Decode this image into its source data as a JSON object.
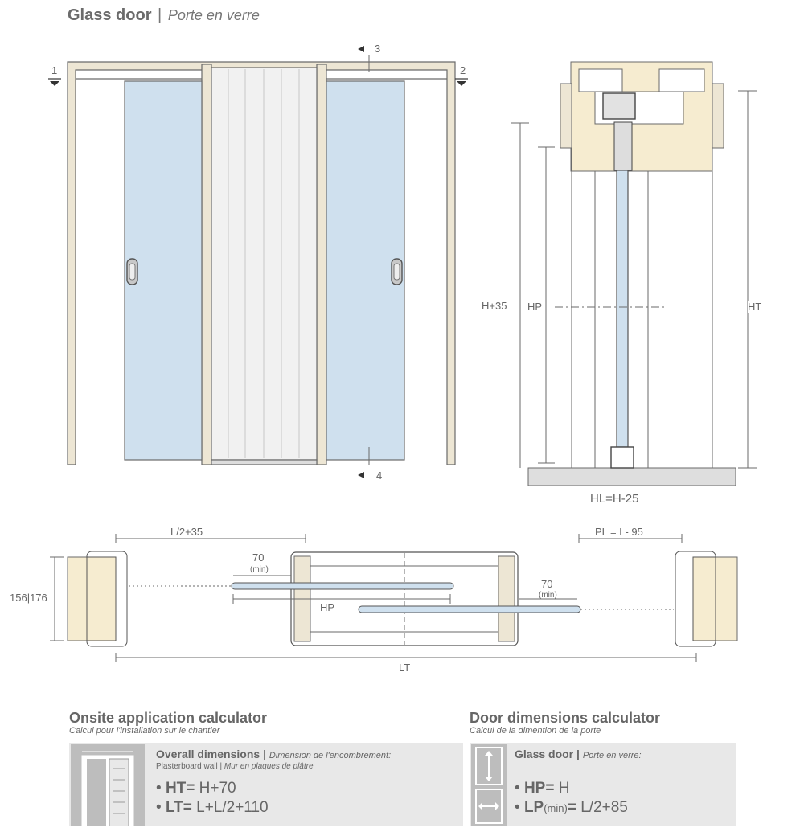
{
  "header": {
    "title_en": "Glass door",
    "separator": "|",
    "title_fr": "Porte en verre"
  },
  "elevation": {
    "marker_1": "1",
    "marker_2": "2",
    "marker_3": "3",
    "marker_4": "4"
  },
  "section": {
    "label_h35": "H+35",
    "label_hp": "HP",
    "label_ht": "HT",
    "label_hl": "HL=H-25"
  },
  "plan": {
    "label_l2_35": "L/2+35",
    "label_pl": "PL = L- 95",
    "label_70_a": "70",
    "label_min_a": "(min)",
    "label_70_b": "70",
    "label_min_b": "(min)",
    "label_hp": "HP",
    "label_depth": "156|176",
    "label_lt": "LT"
  },
  "onsite": {
    "title": "Onsite application calculator",
    "subtitle": "Calcul pour l'installation sur le chantier",
    "panel_title": "Overall dimensions",
    "panel_sep": "|",
    "panel_title_fr": "Dimension de l'encombrement:",
    "panel_sub": "Plasterboard wall",
    "panel_sub_sep": "|",
    "panel_sub_fr": "Mur en plaques de plâtre",
    "f1_key": "HT=",
    "f1_val": "H+70",
    "f2_key": "LT=",
    "f2_val": "L+L/2+110"
  },
  "door": {
    "title": "Door dimensions calculator",
    "subtitle": "Calcul de la dimention de la porte",
    "panel_title": "Glass door",
    "panel_sep": "|",
    "panel_title_fr": "Porte en verre:",
    "f1_key": "HP=",
    "f1_val": "H",
    "f2_key": "LP",
    "f2_sub": "(min)",
    "f2_eq": "=",
    "f2_val": "L/2+85"
  },
  "colors": {
    "frame": "#ede6d4",
    "glass": "#cfe0ee",
    "line": "#6a6a6a",
    "wall": "#f6ecd0",
    "floor": "#dedede",
    "panel": "#e8e8e8",
    "iconbox": "#bdbdbd"
  }
}
